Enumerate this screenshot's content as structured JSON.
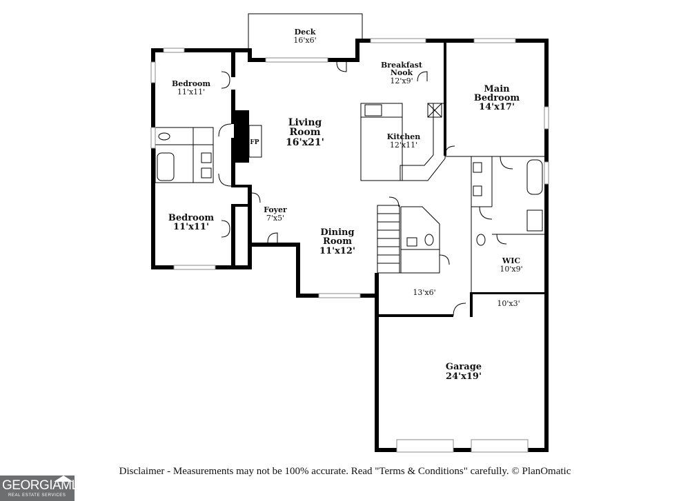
{
  "rooms": [
    {
      "key": "deck",
      "name": "Deck",
      "dim": "16'x6'"
    },
    {
      "key": "breakfast",
      "name": "Breakfast",
      "name2": "Nook",
      "dim": "12'x9'"
    },
    {
      "key": "main_bedroom",
      "name": "Main",
      "name2": "Bedroom",
      "dim": "14'x17'"
    },
    {
      "key": "bedroom1",
      "name": "Bedroom",
      "dim": "11'x11'"
    },
    {
      "key": "living",
      "name": "Living",
      "name2": "Room",
      "dim": "16'x21'"
    },
    {
      "key": "fp",
      "name": "FP"
    },
    {
      "key": "kitchen",
      "name": "Kitchen",
      "dim": "12'x11'"
    },
    {
      "key": "foyer",
      "name": "Foyer",
      "dim": "7'x5'"
    },
    {
      "key": "bedroom2",
      "name": "Bedroom",
      "dim": "11'x11'"
    },
    {
      "key": "dining",
      "name": "Dining",
      "name2": "Room",
      "dim": "11'x12'"
    },
    {
      "key": "wic",
      "name": "WIC",
      "dim": "10'x9'"
    },
    {
      "key": "hall",
      "dim": "13'x6'"
    },
    {
      "key": "storage",
      "dim": "10'x3'"
    },
    {
      "key": "garage",
      "name": "Garage",
      "dim": "24'x19'"
    }
  ],
  "disclaimer": "Disclaimer - Measurements may not be 100% accurate. Read \"Terms & Conditions\" carefully. © PlanOmatic",
  "logo": {
    "main": "GEORGIAMLS",
    "sub": "REAL ESTATE SERVICES"
  }
}
